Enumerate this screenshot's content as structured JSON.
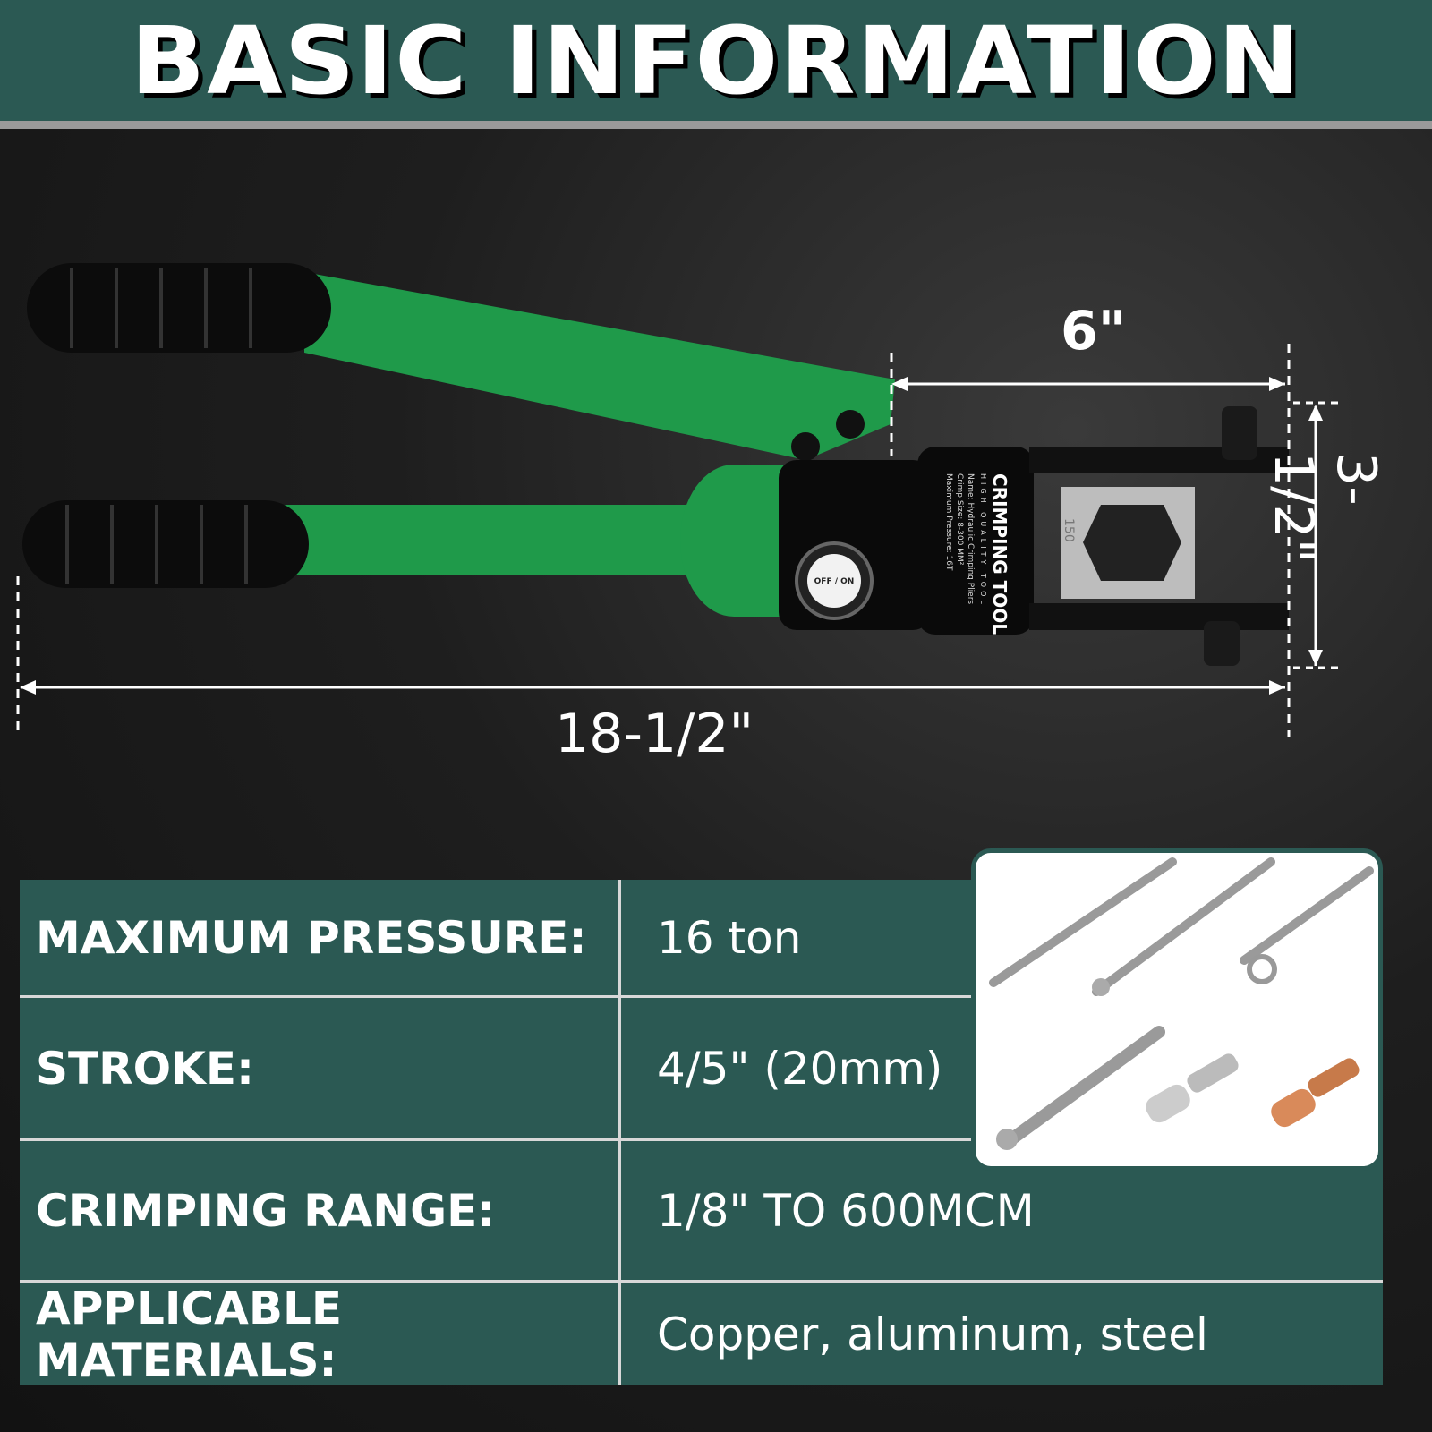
{
  "header": {
    "title": "BASIC INFORMATION"
  },
  "dimensions": {
    "head_length": "6\"",
    "head_height": "3-1/2\"",
    "total_length": "18-1/2\""
  },
  "tool_label": {
    "brand": "CRIMPING TOOL",
    "tagline": "HIGH QUALITY TOOL",
    "lines": [
      "Name: Hydraulic Crimping Pliers",
      "Crimp Size: 8-300 MM²",
      "Maximum Pressure: 16T"
    ],
    "die_number": "150",
    "valve": "OFF / ON"
  },
  "colors": {
    "brand_green": "#1f9a4a",
    "header_teal": "#2b5953"
  },
  "specs": [
    {
      "label": "MAXIMUM PRESSURE:",
      "value": "16 ton"
    },
    {
      "label": "STROKE:",
      "value": "4/5\"  (20mm)"
    },
    {
      "label": "CRIMPING RANGE:",
      "value": "1/8\" TO 600MCM"
    },
    {
      "label": "APPLICABLE MATERIALS:",
      "value": "Copper, aluminum, steel"
    }
  ]
}
